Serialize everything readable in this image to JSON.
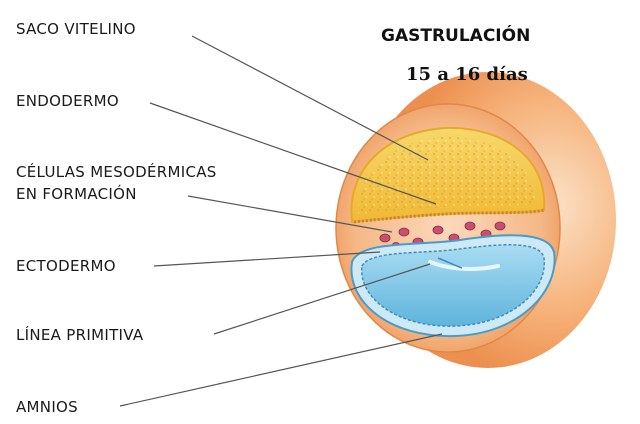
{
  "title": "GASTRULACIÓN",
  "subtitle": "15 a 16 días",
  "labels": {
    "saco_vitelino": "SACO VITELINO",
    "endodermo": "ENDODERMO",
    "celulas_line1": "CÉLULAS MESODÉRMICAS",
    "celulas_line2": "EN FORMACIÓN",
    "ectodermo": "ECTODERMO",
    "linea_primitiva": "LÍNEA PRIMITIVA",
    "amnios": "AMNIOS"
  },
  "colors": {
    "outer_wall": "#f3a064",
    "outer_rim": "#f7c59a",
    "yolk_sac": "#f5c842",
    "amniotic_cavity": "#7ec8e8",
    "mesoderm_cells": "#c8506e",
    "leader_lines": "#555555"
  }
}
